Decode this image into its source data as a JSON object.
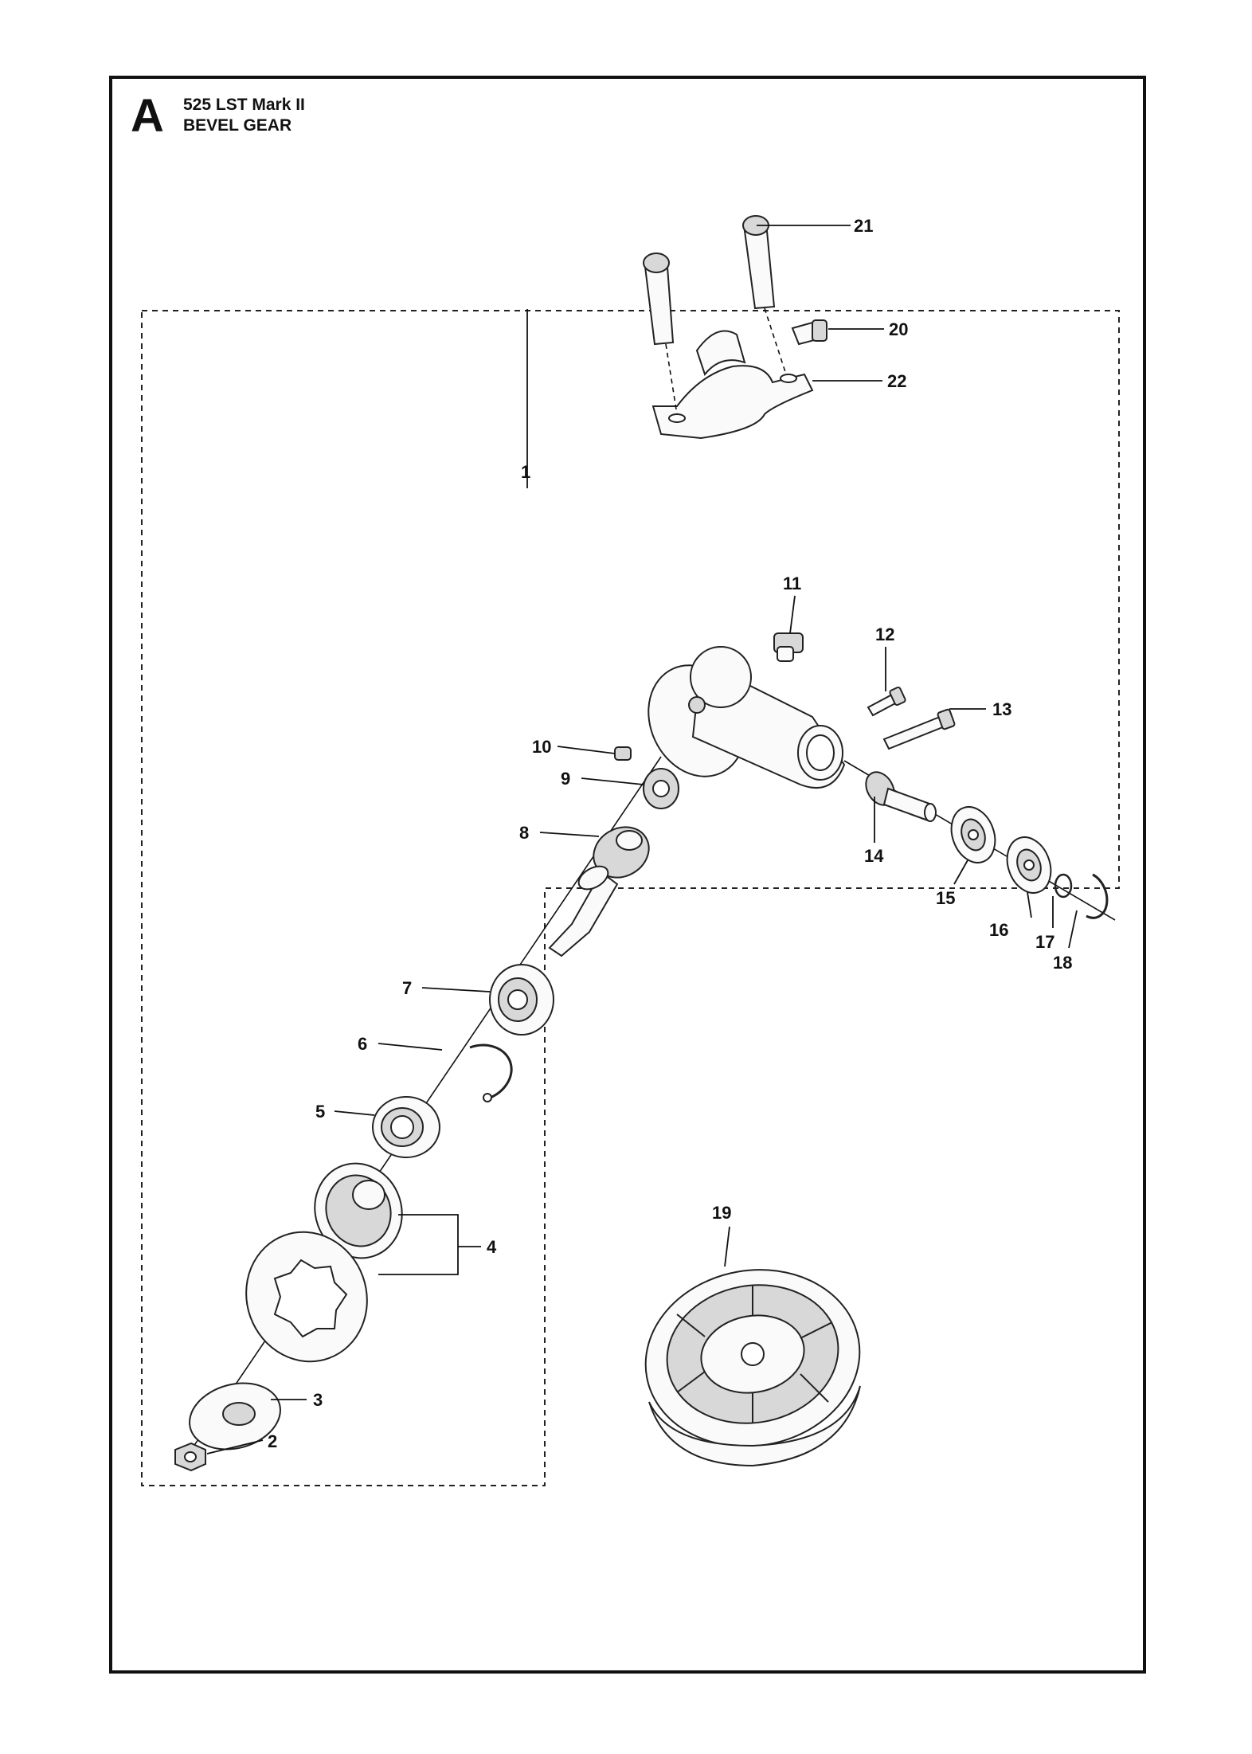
{
  "header": {
    "letter": "A",
    "model": "525 LST Mark II",
    "section": "BEVEL GEAR"
  },
  "callouts": {
    "n1": "1",
    "n2": "2",
    "n3": "3",
    "n4": "4",
    "n5": "5",
    "n6": "6",
    "n7": "7",
    "n8": "8",
    "n9": "9",
    "n10": "10",
    "n11": "11",
    "n12": "12",
    "n13": "13",
    "n14": "14",
    "n15": "15",
    "n16": "16",
    "n17": "17",
    "n18": "18",
    "n19": "19",
    "n20": "20",
    "n21": "21",
    "n22": "22"
  }
}
